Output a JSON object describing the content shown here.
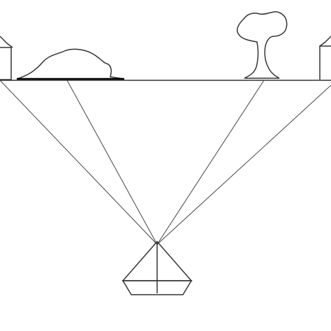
{
  "diagram": {
    "description_text": "",
    "colors": {
      "background": "#ffffff",
      "stroke": "#333333",
      "dark_stroke": "#000000"
    },
    "elements": [
      "shoreline",
      "left-lighthouse",
      "rock",
      "tree",
      "right-lighthouse",
      "sight-lines",
      "sailboat"
    ]
  }
}
